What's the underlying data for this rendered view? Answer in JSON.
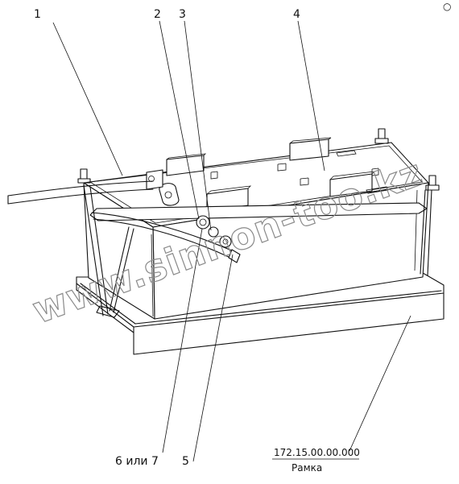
{
  "callouts": {
    "c1": "1",
    "c2": "2",
    "c3": "3",
    "c4": "4",
    "c6": "6 или 7",
    "c5": "5"
  },
  "drawing": {
    "number": "172.15.00.00.000",
    "name": "Рамка"
  },
  "watermark": "www.sinnon-too.kz",
  "colors": {
    "line": "#111111",
    "watermark": "#8a8a8a",
    "background": "#ffffff"
  }
}
